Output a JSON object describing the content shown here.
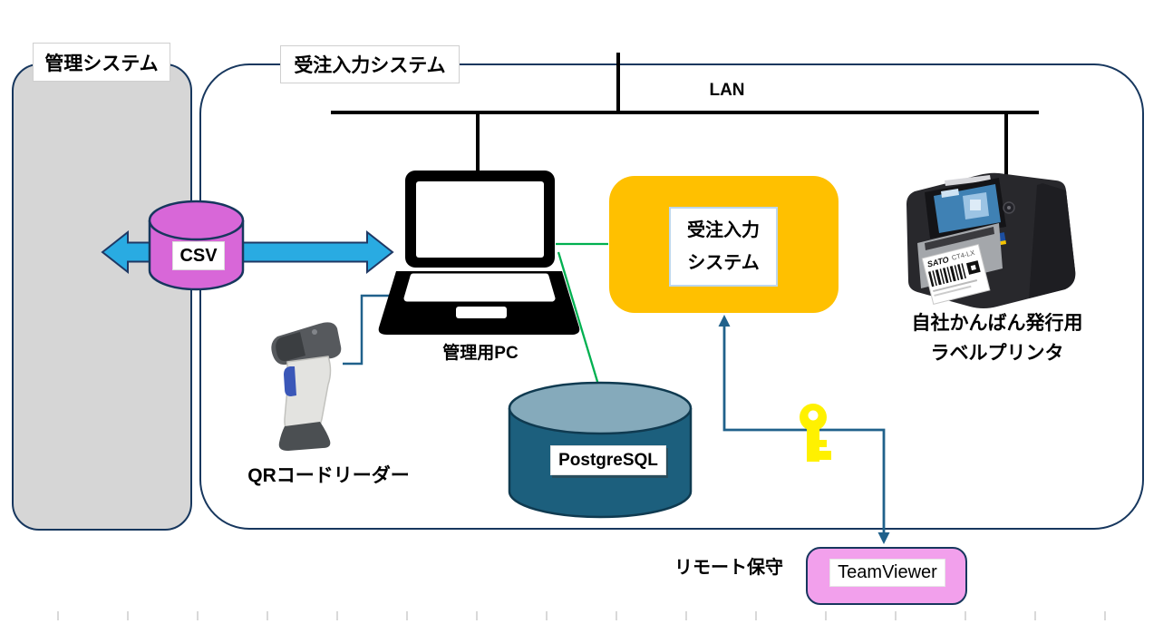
{
  "diagram": {
    "management_system": {
      "label": "管理システム"
    },
    "order_entry_system": {
      "label": "受注入力システム"
    },
    "lan": {
      "label": "LAN"
    },
    "csv": {
      "label": "CSV"
    },
    "admin_pc": {
      "caption": "管理用PC"
    },
    "qr_reader": {
      "caption": "QRコードリーダー"
    },
    "order_entry_app": {
      "line1": "受注入力",
      "line2": "システム"
    },
    "database": {
      "label": "PostgreSQL"
    },
    "label_printer": {
      "caption_line1": "自社かんばん発行用",
      "caption_line2": "ラベルプリンタ",
      "print_brand": "SATO",
      "print_model": "CT4-LX"
    },
    "remote_maintenance": {
      "label": "リモート保守",
      "tool": "TeamViewer"
    }
  },
  "colors": {
    "container_border": "#17375E",
    "management_fill": "#D6D6D6",
    "csv_cylinder": "#D867D8",
    "transfer_arrow": "#29ABE2",
    "order_app_fill": "#FFC000",
    "db_body": "#1C5F7D",
    "db_top": "#85AABB",
    "green_link": "#00B050",
    "teal_link": "#20618B",
    "key_yellow": "#FFF100",
    "teamviewer_fill": "#F2A0EC"
  }
}
